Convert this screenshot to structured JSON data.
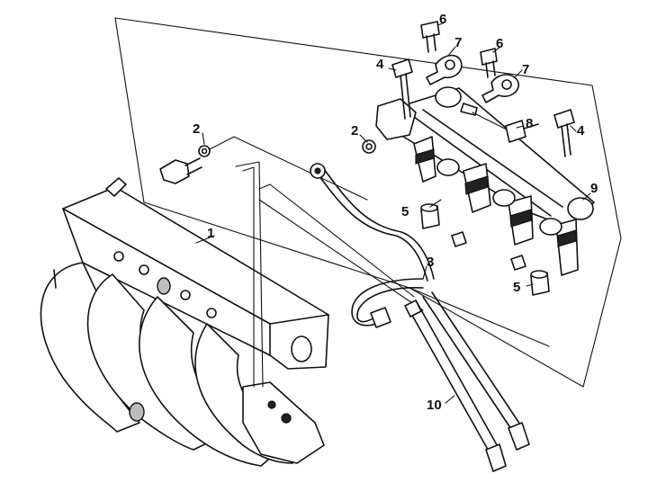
{
  "labels": {
    "p1": "1",
    "p2a": "2",
    "p2b": "2",
    "p3": "3",
    "p4a": "4",
    "p4b": "4",
    "p5a": "5",
    "p5b": "5",
    "p6a": "6",
    "p6b": "6",
    "p7a": "7",
    "p7b": "7",
    "p8": "8",
    "p9": "9",
    "p10": "10"
  }
}
